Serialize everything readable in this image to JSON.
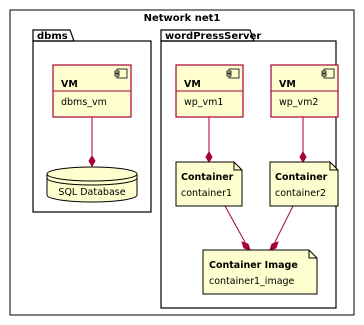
{
  "diagram": {
    "title": "Network net1",
    "colors": {
      "node_fill": "#FEFECE",
      "node_stroke": "#A80036",
      "edge": "#A80036",
      "package_fill": "#FFFFFF",
      "frame_stroke": "#000000"
    },
    "packages": [
      {
        "id": "dbms",
        "label": "dbms"
      },
      {
        "id": "wordpress",
        "label": "wordPressServer"
      }
    ],
    "nodes": [
      {
        "id": "dbms_vm",
        "stereotype": "VM",
        "name": "dbms_vm",
        "icon": "component-icon"
      },
      {
        "id": "sql_db",
        "name": "SQL Database",
        "shape": "database"
      },
      {
        "id": "wp_vm1",
        "stereotype": "VM",
        "name": "wp_vm1",
        "icon": "component-icon"
      },
      {
        "id": "wp_vm2",
        "stereotype": "VM",
        "name": "wp_vm2",
        "icon": "component-icon"
      },
      {
        "id": "container1",
        "stereotype": "Container",
        "name": "container1",
        "shape": "note"
      },
      {
        "id": "container2",
        "stereotype": "Container",
        "name": "container2",
        "shape": "note"
      },
      {
        "id": "container_image",
        "stereotype": "Container Image",
        "name": "container1_image",
        "shape": "note"
      }
    ],
    "edges": [
      {
        "from": "dbms_vm",
        "to": "sql_db",
        "end": "filled-diamond"
      },
      {
        "from": "wp_vm1",
        "to": "container1",
        "end": "filled-diamond"
      },
      {
        "from": "wp_vm2",
        "to": "container2",
        "end": "filled-diamond"
      },
      {
        "from": "container1",
        "to": "container_image",
        "end": "filled-diamond"
      },
      {
        "from": "container2",
        "to": "container_image",
        "end": "filled-diamond"
      }
    ]
  }
}
